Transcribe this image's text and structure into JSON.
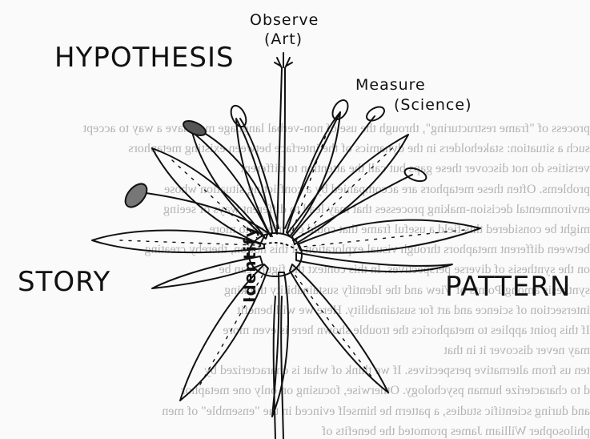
{
  "labels": {
    "observe": "Observe",
    "observe_sub": "(Art)",
    "hypothesis": "HYPOTHESIS",
    "measure": "Measure",
    "measure_sub": "(Science)",
    "story": "STORY",
    "pattern": "PATTERN",
    "identify": "Identify"
  },
  "show_through_lines": [
    "process of \"frame restructuring\", through the use of non-verbal language may have a way to accept",
    "such a situation: stakeholders in the dynamics of the interface between existing metaphors",
    "versities do not discover these gaps but call the attention to different",
    "problems. Often these metaphors are accompanied by a conflicting situation whose",
    "environmental decision-making processes that may lead to different ways of seeing",
    "might be considered this field a useful frame that could contribute to more",
    "between different metaphors through visual exploration of this notion, thereby creating",
    "on the synthesis of diverse perspectives. In this context the figure can be",
    "synthesis among Points of View and the Identify sustainability thinking",
    "intersection of science and art for sustainability. Here we will benefit",
    "If this point applies to metaphorics the trouble shown here is even more",
    "may never discover it in that",
    "ten us from alternative perspectives. If we think of what is characterized by",
    "d to characterize human psychology. Otherwise, focusing on only one metaphor",
    "and during scientific studies, a pattern he himself evinced in the \"ensemble\" of men",
    "philosopher William James promoted the benefits of"
  ],
  "colors": {
    "ink": "#111111",
    "paper": "#fafafa",
    "show_through": "#7a7a7a"
  }
}
